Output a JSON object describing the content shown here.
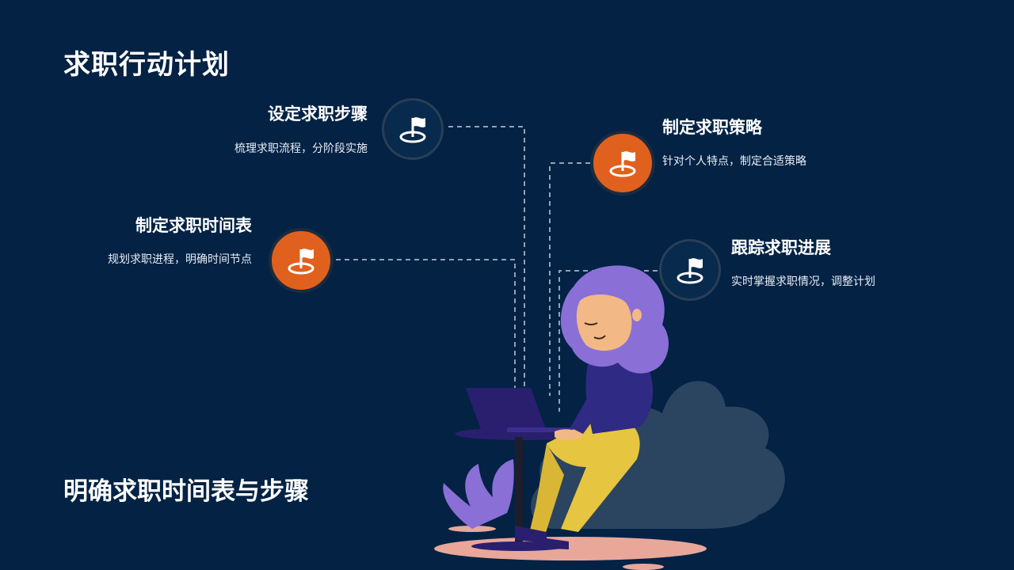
{
  "page": {
    "title": "求职行动计划",
    "subtitle": "明确求职时间表与步骤"
  },
  "items": [
    {
      "title": "设定求职步骤",
      "desc": "梳理求职流程，分阶段实施",
      "icon": "flag-icon",
      "style": "dark"
    },
    {
      "title": "制定求职策略",
      "desc": "针对个人特点，制定合适策略",
      "icon": "flag-icon",
      "style": "orange"
    },
    {
      "title": "制定求职时间表",
      "desc": "规划求职进程，明确时间节点",
      "icon": "flag-icon",
      "style": "orange"
    },
    {
      "title": "跟踪求职进展",
      "desc": "实时掌握求职情况，调整计划",
      "icon": "flag-icon",
      "style": "dark"
    }
  ],
  "colors": {
    "background": "#032244",
    "accent": "#e0611d",
    "hair": "#8a6fd6",
    "cloud": "#2b4560"
  }
}
